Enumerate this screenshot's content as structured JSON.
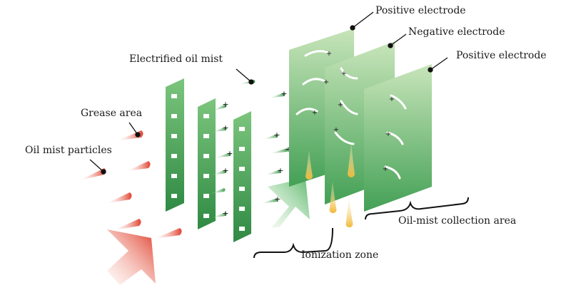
{
  "labels": {
    "positive_electrode_1": "Positive electrode",
    "negative_electrode": "Negative electrode",
    "positive_electrode_2": "Positive electrode",
    "electrified_oil_mist": "Electrified oil mist",
    "grease_area": "Grease area",
    "oil_mist_particles": "Oil mist particles",
    "oil_mist_collection_area": "Oil-mist collection area",
    "ionization_zone": "Ionization zone"
  },
  "colors": {
    "plate_green_light": "#c4e2b6",
    "plate_green_dark": "#3f9a50",
    "particle_red": "#e0402e",
    "flow_arrow_green": "#6cbf7a",
    "droplet_yellow": "#f2c14a"
  }
}
